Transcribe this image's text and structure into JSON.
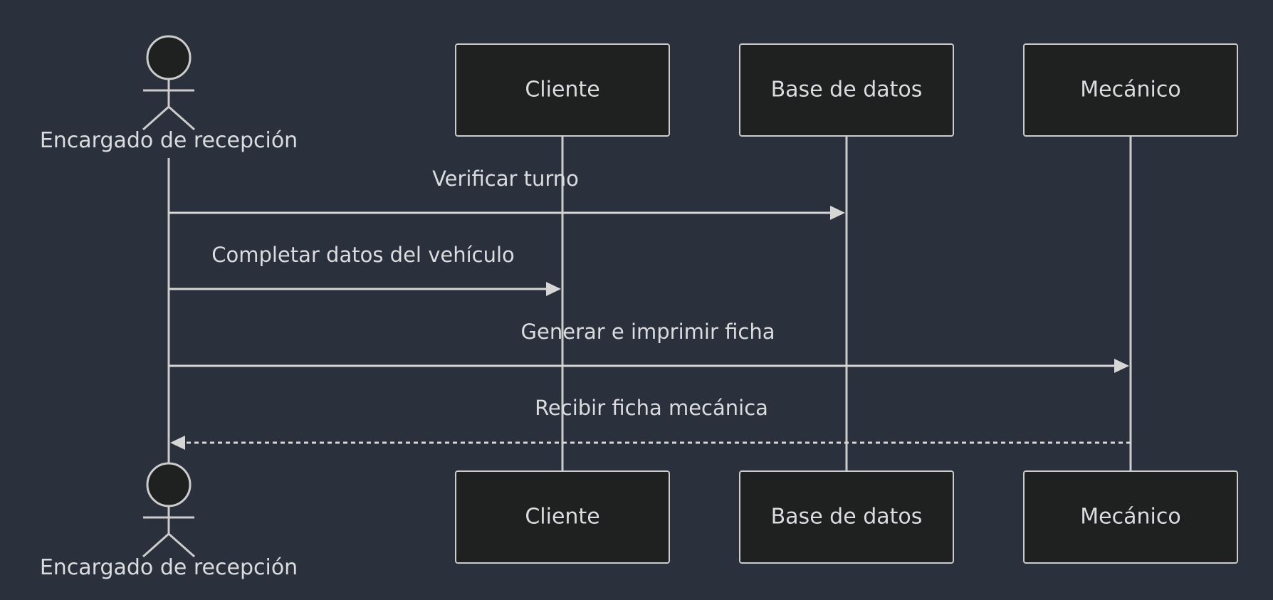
{
  "participants": {
    "reception": "Encargado de recepción",
    "cliente": "Cliente",
    "db": "Base de datos",
    "mecanico": "Mecánico"
  },
  "messages": [
    {
      "from": "reception",
      "to": "db",
      "label": "Verificar turno",
      "style": "solid"
    },
    {
      "from": "reception",
      "to": "cliente",
      "label": "Completar datos del vehículo",
      "style": "solid"
    },
    {
      "from": "reception",
      "to": "mecanico",
      "label": "Generar e imprimir ficha",
      "style": "solid"
    },
    {
      "from": "mecanico",
      "to": "reception",
      "label": "Recibir ficha mecánica",
      "style": "dashed"
    }
  ],
  "colors": {
    "background": "#2a303c",
    "box_fill": "#1f2020",
    "line": "#cccccc",
    "text": "#dadcdf"
  }
}
